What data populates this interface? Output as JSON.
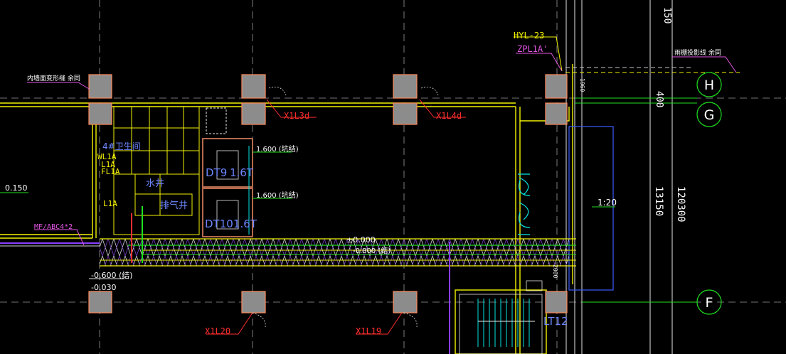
{
  "drawing": {
    "grid_axes": {
      "H": "H",
      "G": "G",
      "F": "F"
    },
    "dimensions": {
      "d400": "400",
      "d13150": "13150",
      "d120300": "120300",
      "top_dim": "150",
      "small_dim": "2000",
      "side_dim": "1960"
    },
    "labels": {
      "hyl23": "HYL-23",
      "zpl1a": "ZPL1A'",
      "canopy": "雨棚投影线 余同",
      "inner_wall": "内墙面变形缝 余同",
      "x1l3d": "X1L3d",
      "x1l4d": "X1L4d",
      "x1l20": "X1L20",
      "x1l19": "X1L19",
      "toilet": "4#卫生间",
      "wl1a": "WL1A",
      "l1a": "L1A",
      "fl1a": "FL1A",
      "l1a_b": "L1A",
      "water_well": "水井",
      "exhaust_well": "排气井",
      "dt9": "DT9",
      "dt9_suffix": "1.6T",
      "dt10": "DT10",
      "dt10_suffix": "1.6T",
      "lev_1600a": "1.600 (坑结)",
      "lev_1600b": "1.600 (坑结)",
      "lev_0150": "0.150",
      "mf_abc": "MF/ABC4*2",
      "pm_0000": "±0.000",
      "lev_m0800": "-0.800 (结)",
      "lev_m0600": "-0.600 (结)",
      "lev_m0030": "-0.030",
      "ramp": "1:20",
      "lt12": "LT12"
    },
    "colors": {
      "background": "#000000",
      "grid_line": "#e6e6e6",
      "column": "#8c8c8c",
      "wall_yellow": "#f2f200",
      "axis_green": "#1fe01f",
      "label_red": "#ff2e2e",
      "label_magenta": "#e455e4",
      "label_blue": "#6c86ff",
      "elevator_brown": "#b46a4c",
      "cyan": "#00e5e5"
    }
  }
}
